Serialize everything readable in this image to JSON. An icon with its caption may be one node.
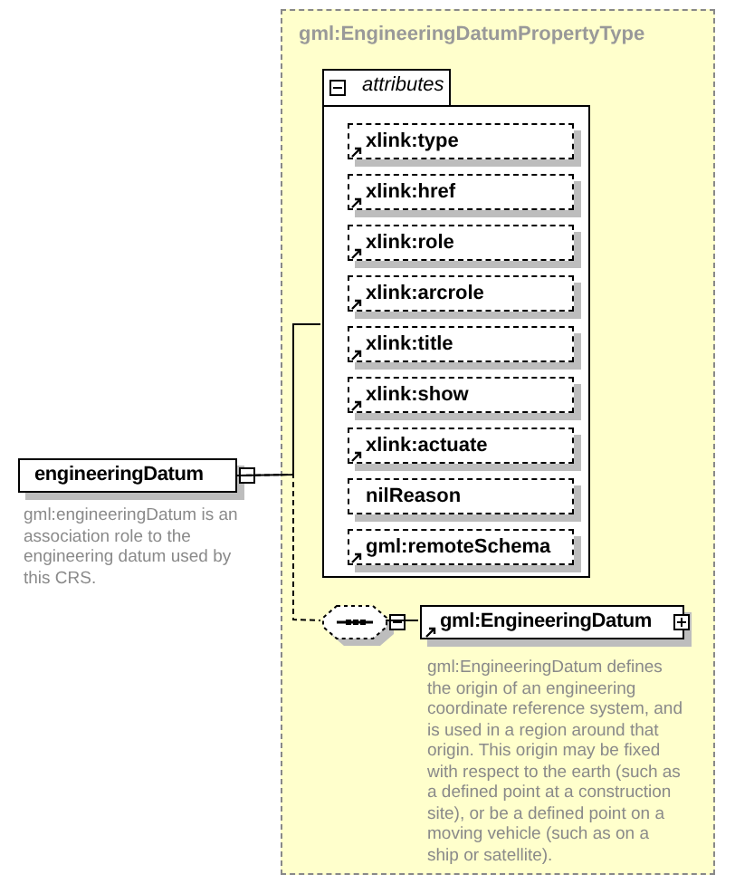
{
  "diagram": {
    "nodes": [
      {
        "text": [
          "engineeringDatum"
        ],
        "beside": [
          "gml:engineeringDatum is an association role to the engineering datum used by this CRS."
        ]
      },
      {
        "text": [
          "gml:EngineeringDatumPropertyType"
        ]
      },
      {
        "text": [
          "attributes"
        ],
        "in": 1
      },
      {
        "text": [
          "xlink:type"
        ],
        "in": 2
      },
      {
        "text": [
          "xlink:href"
        ],
        "in": 2
      },
      {
        "text": [
          "xlink:role"
        ],
        "in": 2
      },
      {
        "text": [
          "xlink:arcrole"
        ],
        "in": 2
      },
      {
        "text": [
          "xlink:title"
        ],
        "in": 2
      },
      {
        "text": [
          "xlink:show"
        ],
        "in": 2
      },
      {
        "text": [
          "xlink:actuate"
        ],
        "in": 2
      },
      {
        "text": [
          "nilReason"
        ],
        "in": 2
      },
      {
        "text": [
          "gml:remoteSchema"
        ],
        "in": 2
      },
      {
        "text": [],
        "shape": "box",
        "in": 1
      },
      {
        "text": [
          "gml:EngineeringDatum"
        ],
        "in": 1,
        "beside": [
          "gml:EngineeringDatum defines the origin of an engineering coordinate reference system, and is used in a region around that origin. This origin may be fixed with respect to the earth (such as a defined point at a construction site), or be a defined point on a moving vehicle (such as on a ship or satellite)."
        ]
      }
    ],
    "edges": [
      {
        "from": 0,
        "to": 2,
        "arrow": "none"
      },
      {
        "from": 0,
        "to": 12,
        "arrow": "none",
        "style": "dashed"
      },
      {
        "from": 12,
        "to": 13,
        "arrow": "none"
      }
    ]
  }
}
